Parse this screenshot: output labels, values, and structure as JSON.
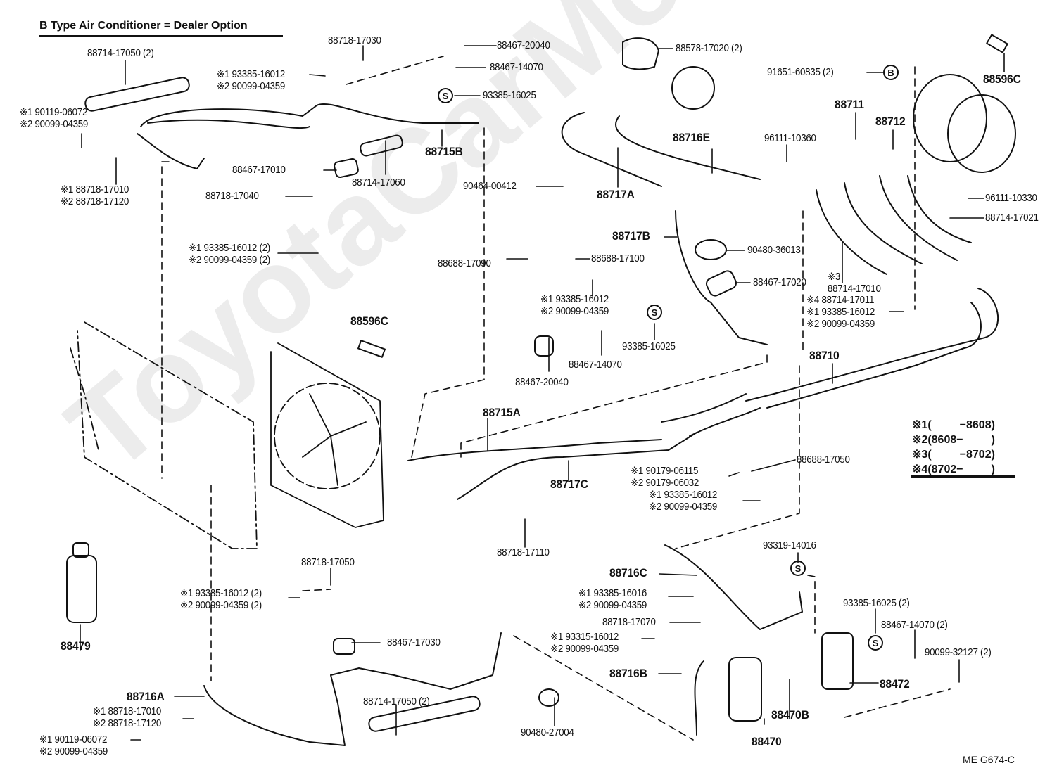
{
  "title": "B Type  Air Conditioner = Dealer Option",
  "watermark": "ToyotaCarMods",
  "footer_code": "ME  G674-C",
  "legend": [
    {
      "mark": "※1",
      "range": "(         −8608)"
    },
    {
      "mark": "※2",
      "range": "(8608−         )"
    },
    {
      "mark": "※3",
      "range": "(         −8702)"
    },
    {
      "mark": "※4",
      "range": "(8702−         )"
    }
  ],
  "parts": {
    "p01": "88714-17050 (2)",
    "p02a": "※1 90119-06072",
    "p02b": "※2 90099-04359",
    "p03a": "※1 88718-17010",
    "p03b": "※2 88718-17120",
    "p04a": "※1 93385-16012",
    "p04b": "※2 90099-04359",
    "p05": "88718-17030",
    "p06": "88467-20040",
    "p07": "88467-14070",
    "p08": "93385-16025",
    "p09": "88715B",
    "p10": "88467-17010",
    "p11": "88714-17060",
    "p12": "88718-17040",
    "p13a": "※1 93385-16012 (2)",
    "p13b": "※2 90099-04359 (2)",
    "p14": "88578-17020 (2)",
    "p15": "90464-00412",
    "p16": "88717A",
    "p17": "88716E",
    "p18": "96111-10360",
    "p19": "91651-60835 (2)",
    "p20": "88596C",
    "p21": "88711",
    "p22": "88712",
    "p23": "96111-10330",
    "p24": "88714-17021",
    "p25": "88717B",
    "p26": "88688-17090",
    "p27": "88688-17100",
    "p28": "90480-36013",
    "p29": "88467-17020",
    "p30a": "※1 93385-16012",
    "p30b": "※2 90099-04359",
    "p31": "93385-16025",
    "p32": "88467-14070",
    "p33": "88467-20040",
    "p34a": "※3",
    "p34b": "88714-17010",
    "p34c": "※4 88714-17011",
    "p34d": "※1 93385-16012",
    "p34e": "※2 90099-04359",
    "p35": "88710",
    "p36": "88596C",
    "p37": "88715A",
    "p38": "88717C",
    "p39": "88688-17050",
    "p40a": "※1 90179-06115",
    "p40b": "※2 90179-06032",
    "p41a": "※1 93385-16012",
    "p41b": "※2 90099-04359",
    "p42": "88718-17110",
    "p43": "93319-14016",
    "p44": "88716C",
    "p45a": "※1 93385-16016",
    "p45b": "※2 90099-04359",
    "p46": "88718-17070",
    "p47a": "※1 93315-16012",
    "p47b": "※2 90099-04359",
    "p48": "88716B",
    "p49": "88470B",
    "p50": "88470",
    "p51": "93385-16025 (2)",
    "p52": "88467-14070 (2)",
    "p53": "90099-32127 (2)",
    "p54": "88472",
    "p55": "88718-17050",
    "p56a": "※1 93385-16012 (2)",
    "p56b": "※2 90099-04359 (2)",
    "p57": "88479",
    "p58": "88467-17030",
    "p59": "88716A",
    "p60a": "※1 88718-17010",
    "p60b": "※2 88718-17120",
    "p61a": "※1 90119-06072",
    "p61b": "※2 90099-04359",
    "p62": "88714-17050 (2)",
    "p63": "90480-27004"
  },
  "symbols": {
    "s_mark": "S",
    "b_mark": "B"
  }
}
